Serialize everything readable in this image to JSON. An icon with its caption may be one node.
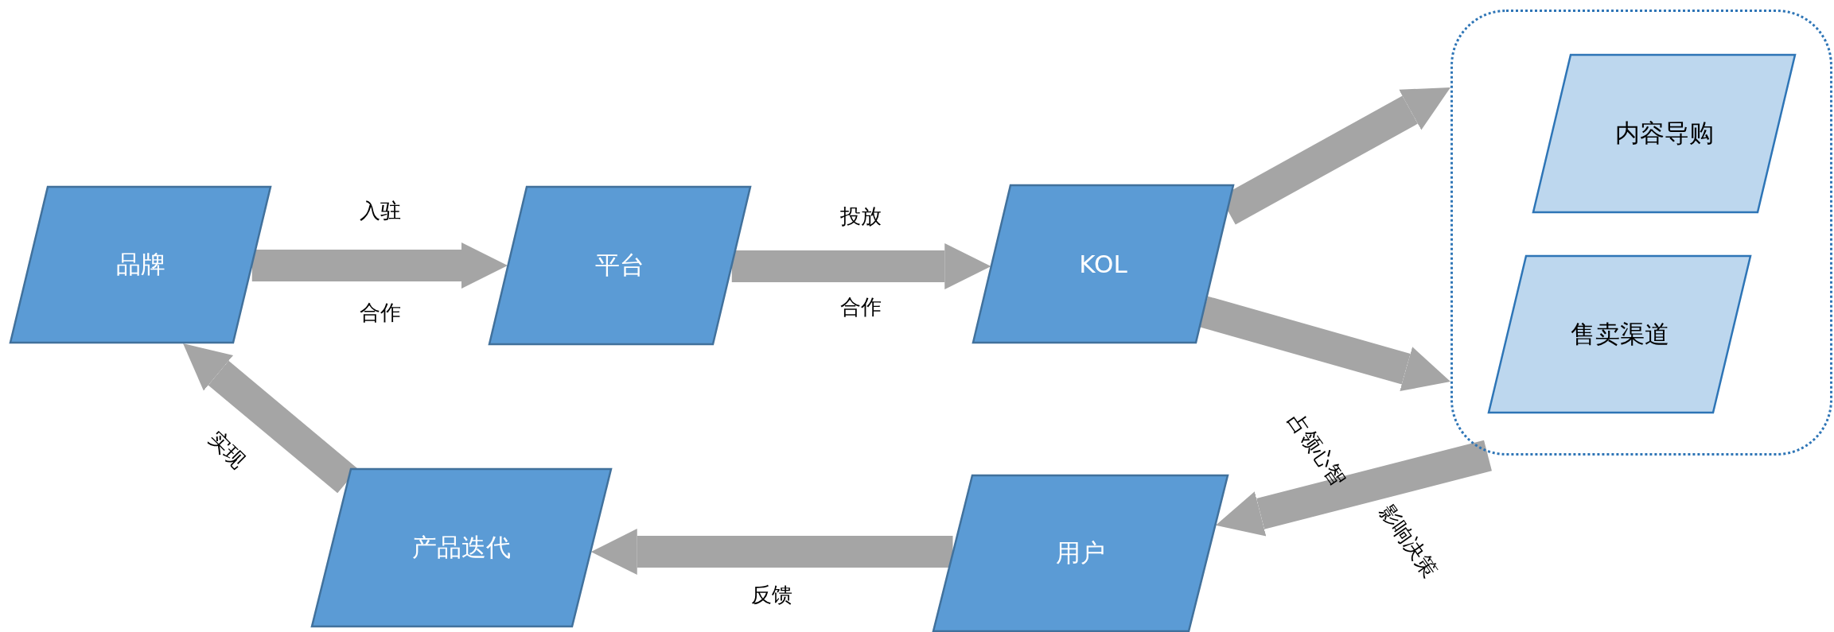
{
  "diagram": {
    "nodes": [
      {
        "text": [
          "品牌"
        ]
      },
      {
        "text": [
          "平台"
        ]
      },
      {
        "text": [
          "KOL"
        ]
      },
      {
        "text": [],
        "shape": "box"
      },
      {
        "text": [
          "内容导购"
        ],
        "in": 3
      },
      {
        "text": [
          "售卖渠道"
        ],
        "in": 3
      },
      {
        "text": [
          "用户"
        ]
      },
      {
        "text": [
          "产品迭代"
        ]
      }
    ],
    "edges": [
      {
        "from": 0,
        "to": 1,
        "arrow": "to",
        "label": "入驻"
      },
      {
        "from": 1,
        "to": 2,
        "arrow": "to",
        "label": "投放"
      },
      {
        "from": 2,
        "to": 3,
        "arrow": "to"
      },
      {
        "from": 2,
        "to": 3,
        "arrow": "to"
      },
      {
        "from": 3,
        "to": 6,
        "arrow": "to",
        "label": "占领心智"
      },
      {
        "from": 6,
        "to": 7,
        "arrow": "to",
        "label": "反馈"
      },
      {
        "from": 7,
        "to": 0,
        "arrow": "to",
        "label": "实现"
      }
    ],
    "labels": [
      "合作",
      "合作",
      "影响决策"
    ]
  }
}
